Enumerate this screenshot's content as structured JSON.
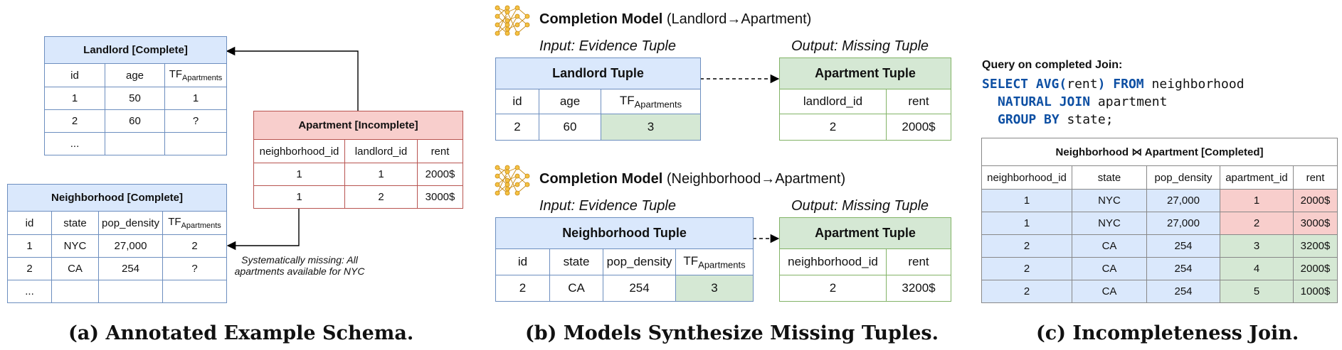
{
  "panel_a": {
    "landlord": {
      "title": "Landlord [Complete]",
      "headers": [
        "id",
        "age",
        "TF",
        "Apartments"
      ],
      "rows": [
        [
          "1",
          "50",
          "1"
        ],
        [
          "2",
          "60",
          "?"
        ],
        [
          "...",
          "",
          ""
        ]
      ]
    },
    "neighborhood": {
      "title": "Neighborhood [Complete]",
      "headers": [
        "id",
        "state",
        "pop_density",
        "TF",
        "Apartments"
      ],
      "rows": [
        [
          "1",
          "NYC",
          "27,000",
          "2"
        ],
        [
          "2",
          "CA",
          "254",
          "?"
        ],
        [
          "...",
          "",
          "",
          ""
        ]
      ]
    },
    "apartment": {
      "title": "Apartment [Incomplete]",
      "headers": [
        "neighborhood_id",
        "landlord_id",
        "rent"
      ],
      "rows": [
        [
          "1",
          "1",
          "2000$"
        ],
        [
          "1",
          "2",
          "3000$"
        ]
      ]
    },
    "note_line1": "Systematically missing: All",
    "note_line2": "apartments available for NYC",
    "caption": "(a) Annotated Example Schema."
  },
  "panel_b": {
    "model1": {
      "title_bold": "Completion Model",
      "title_rest": " (Landlord→Apartment)",
      "input_label": "Input: Evidence Tuple",
      "output_label": "Output: Missing Tuple",
      "input_table": {
        "title": "Landlord Tuple",
        "headers": [
          "id",
          "age",
          "TF",
          "Apartments"
        ],
        "row": [
          "2",
          "60",
          "3"
        ]
      },
      "output_table": {
        "title": "Apartment Tuple",
        "headers": [
          "landlord_id",
          "rent"
        ],
        "row": [
          "2",
          "2000$"
        ]
      }
    },
    "model2": {
      "title_bold": "Completion Model",
      "title_rest": " (Neighborhood→Apartment)",
      "input_label": "Input: Evidence Tuple",
      "output_label": "Output: Missing Tuple",
      "input_table": {
        "title": "Neighborhood Tuple",
        "headers": [
          "id",
          "state",
          "pop_density",
          "TF",
          "Apartments"
        ],
        "row": [
          "2",
          "CA",
          "254",
          "3"
        ]
      },
      "output_table": {
        "title": "Apartment Tuple",
        "headers": [
          "neighborhood_id",
          "rent"
        ],
        "row": [
          "2",
          "3200$"
        ]
      }
    },
    "caption": "(b) Models Synthesize Missing Tuples."
  },
  "panel_c": {
    "query_label": "Query on completed Join:",
    "sql": {
      "l1_kw1": "SELECT",
      "l1_fn": "AVG(",
      "l1_arg": "rent",
      "l1_close": ")",
      "l1_kw2": "FROM",
      "l1_tbl": "neighborhood",
      "l2_kw": "NATURAL JOIN",
      "l2_tbl": "apartment",
      "l3_kw": "GROUP BY",
      "l3_col": "state;"
    },
    "join_table": {
      "title": "Neighborhood ⋈ Apartment [Completed]",
      "headers": [
        "neighborhood_id",
        "state",
        "pop_density",
        "apartment_id",
        "rent"
      ],
      "rows": [
        [
          "1",
          "NYC",
          "27,000",
          "1",
          "2000$"
        ],
        [
          "1",
          "NYC",
          "27,000",
          "2",
          "3000$"
        ],
        [
          "2",
          "CA",
          "254",
          "3",
          "3200$"
        ],
        [
          "2",
          "CA",
          "254",
          "4",
          "2000$"
        ],
        [
          "2",
          "CA",
          "254",
          "5",
          "1000$"
        ]
      ]
    },
    "caption": "(c) Incompleteness Join."
  }
}
